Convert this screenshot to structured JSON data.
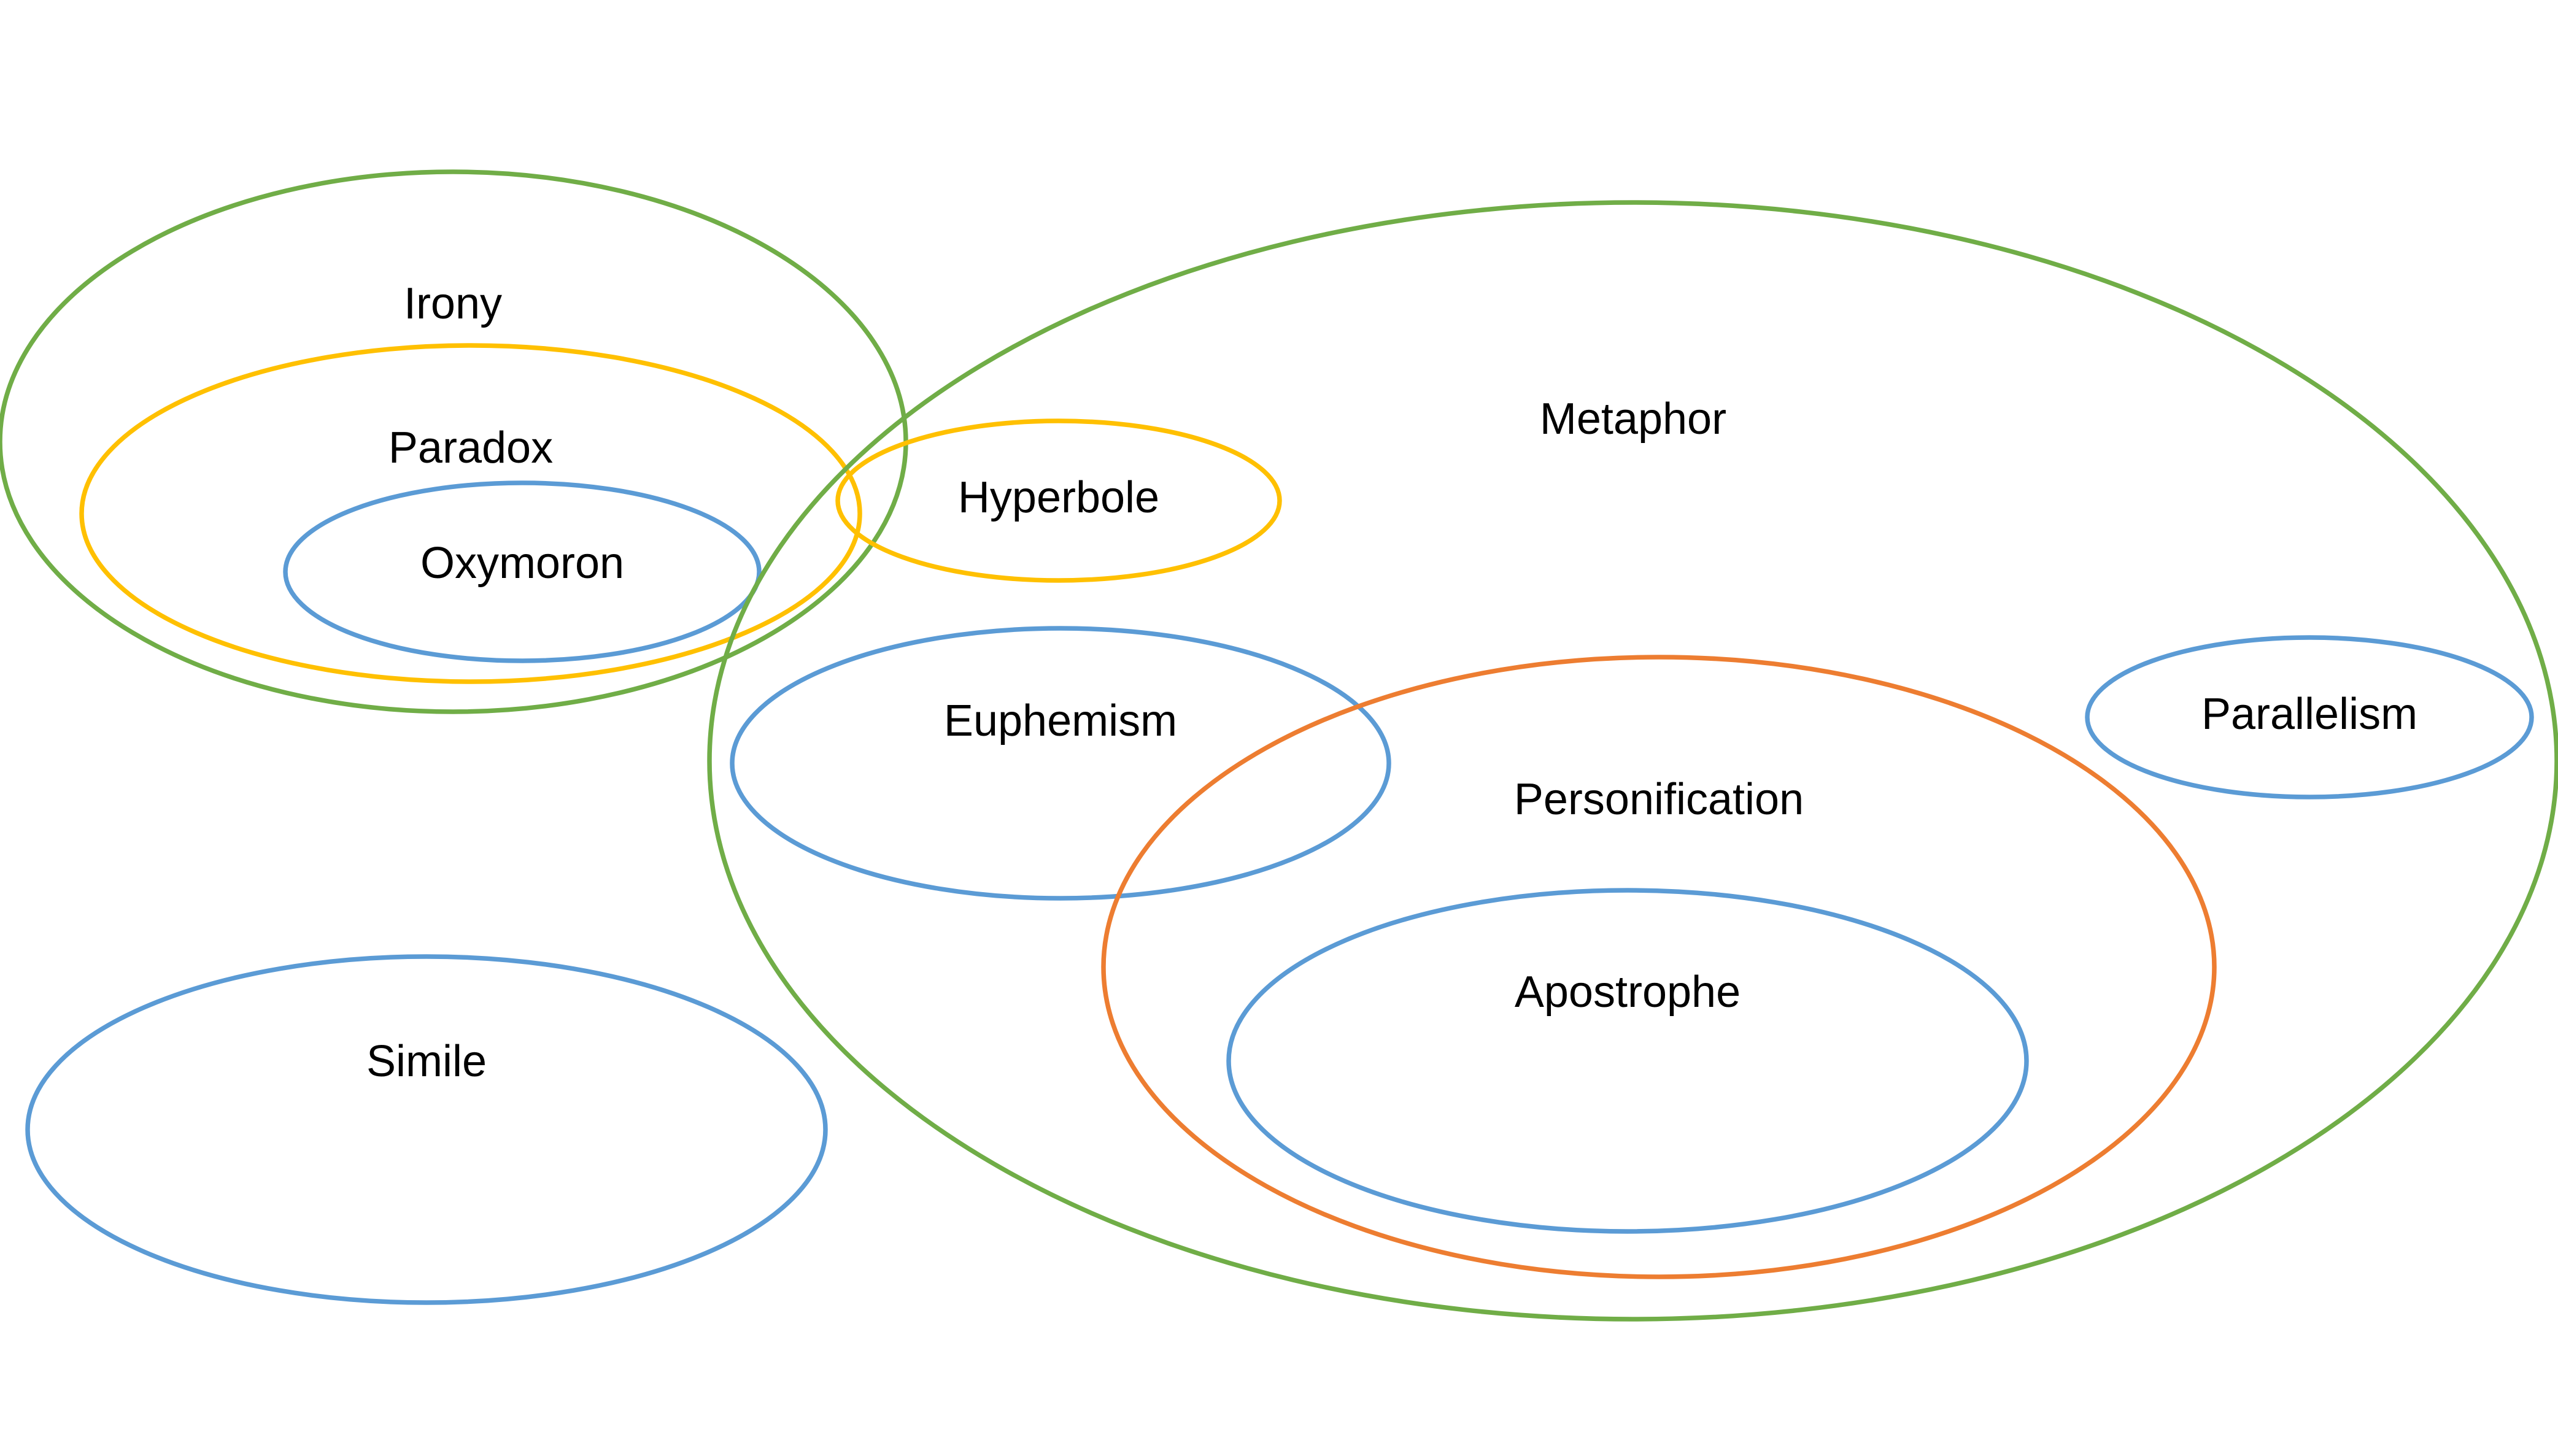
{
  "colors": {
    "green": "#70AD47",
    "yellow": "#FFC000",
    "blue": "#5B9BD5",
    "orange": "#ED7D31",
    "text": "#000000",
    "background": "#FFFFFF"
  },
  "diagram": {
    "sets": [
      {
        "id": "irony",
        "label": "Irony",
        "color": "green"
      },
      {
        "id": "paradox",
        "label": "Paradox",
        "color": "yellow"
      },
      {
        "id": "oxymoron",
        "label": "Oxymoron",
        "color": "blue"
      },
      {
        "id": "metaphor",
        "label": "Metaphor",
        "color": "green"
      },
      {
        "id": "hyperbole",
        "label": "Hyperbole",
        "color": "yellow"
      },
      {
        "id": "euphemism",
        "label": "Euphemism",
        "color": "blue"
      },
      {
        "id": "personification",
        "label": "Personification",
        "color": "orange"
      },
      {
        "id": "apostrophe",
        "label": "Apostrophe",
        "color": "blue"
      },
      {
        "id": "parallelism",
        "label": "Parallelism",
        "color": "blue"
      },
      {
        "id": "simile",
        "label": "Simile",
        "color": "blue"
      }
    ]
  }
}
